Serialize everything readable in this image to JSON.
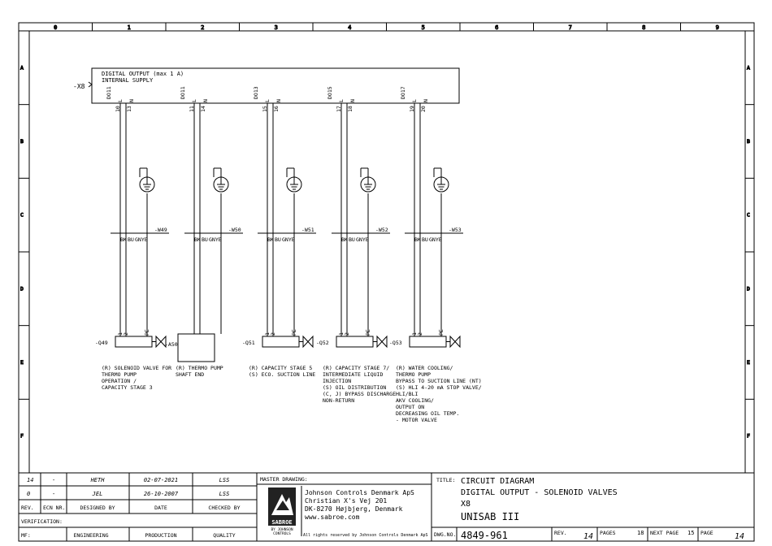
{
  "grid": {
    "columns": [
      "0",
      "1",
      "2",
      "3",
      "4",
      "5",
      "6",
      "7",
      "8",
      "9"
    ],
    "rows": [
      "A",
      "B",
      "C",
      "D",
      "E",
      "F"
    ]
  },
  "terminal_block": {
    "tag": "-X8",
    "title_line1": "DIGITAL OUTPUT (max 1 A)",
    "title_line2": "INTERNAL SUPPLY"
  },
  "channels": [
    {
      "do_label": "DO11",
      "l_label": "L",
      "n_label": "N",
      "pin_l": "10",
      "pin_n": "13",
      "cable": "-W49",
      "wire1": "BK",
      "wire2": "BU",
      "wire3": "GNYE",
      "device": "-Q49",
      "device_kind": "valve",
      "dev_pin1": "1",
      "dev_pin2": "2",
      "dev_pe": "PE",
      "desc": [
        "(R) SOLENOID VALVE FOR",
        "THERMO PUMP",
        "OPERATION /",
        "CAPACITY STAGE 3"
      ]
    },
    {
      "do_label": "DO11",
      "l_label": "L",
      "n_label": "N",
      "pin_l": "11",
      "pin_n": "14",
      "cable": "-W50",
      "wire1": "BK",
      "wire2": "BU",
      "wire3": "GNYE",
      "device": "-A50",
      "device_kind": "box",
      "dev_pin1": "",
      "dev_pin2": "",
      "dev_pe": "",
      "desc": [
        "(R) THERMO PUMP",
        "SHAFT END"
      ]
    },
    {
      "do_label": "DO13",
      "l_label": "L",
      "n_label": "N",
      "pin_l": "15",
      "pin_n": "16",
      "cable": "-W51",
      "wire1": "BK",
      "wire2": "BU",
      "wire3": "GNYE",
      "device": "-Q51",
      "device_kind": "valve",
      "dev_pin1": "1",
      "dev_pin2": "2",
      "dev_pe": "PE",
      "desc": [
        "(R) CAPACITY STAGE 5",
        "(S) ECO. SUCTION LINE"
      ]
    },
    {
      "do_label": "DO15",
      "l_label": "L",
      "n_label": "N",
      "pin_l": "17",
      "pin_n": "18",
      "cable": "-W52",
      "wire1": "BK",
      "wire2": "BU",
      "wire3": "GNYE",
      "device": "-Q52",
      "device_kind": "valve",
      "dev_pin1": "1",
      "dev_pin2": "2",
      "dev_pe": "PE",
      "desc": [
        "(R) CAPACITY STAGE 7/",
        "INTERMEDIATE LIQUID",
        "INJECTION",
        "(S) OIL DISTRIBUTION",
        "(C, J) BYPASS DISCHARGE",
        "NON-RETURN"
      ]
    },
    {
      "do_label": "DO17",
      "l_label": "L",
      "n_label": "N",
      "pin_l": "19",
      "pin_n": "20",
      "cable": "-W53",
      "wire1": "BK",
      "wire2": "BU",
      "wire3": "GNYE",
      "device": "-Q53",
      "device_kind": "valve",
      "dev_pin1": "1",
      "dev_pin2": "2",
      "dev_pe": "PE",
      "desc": [
        "(R) WATER COOLING/",
        "THERMO PUMP",
        "BYPASS TO SUCTION LINE (NT)",
        "(S) HLI 4-20 mA STOP VALVE/",
        "HLI/BLI",
        "AKV COOLING/",
        "OUTPUT ON",
        "DECREASING OIL TEMP.",
        "- MOTOR VALVE"
      ]
    }
  ],
  "revisions": [
    {
      "rev": "14",
      "ecn": "-",
      "designed": "HETH",
      "date": "02-07-2021",
      "checked": "LSS"
    },
    {
      "rev": "0",
      "ecn": "-",
      "designed": "JEL",
      "date": "26-10-2007",
      "checked": "LSS"
    }
  ],
  "rev_headers": {
    "rev": "REV.",
    "ecn": "ECN NR.",
    "designed": "DESIGNED BY",
    "date": "DATE",
    "checked": "CHECKED BY"
  },
  "verification_label": "VERIFICATION:",
  "footer_row": {
    "mf": "MF:",
    "engineering": "ENGINEERING",
    "production": "PRODUCTION",
    "quality": "QUALITY"
  },
  "master_drawing_label": "MASTER DRAWING:",
  "company": {
    "name": "Johnson Controls Denmark ApS",
    "street": "Christian X's Vej 201",
    "city": "DK-8270 Højbjerg, Denmark",
    "web": "www.sabroe.com",
    "rights": "All rights reserved by Johnson Controls Denmark ApS",
    "logo_text": "SABROE",
    "logo_sub1": "BY JOHNSON",
    "logo_sub2": "CONTROLS"
  },
  "title_block": {
    "title_label": "TITLE:",
    "line1": "CIRCUIT DIAGRAM",
    "line2": "DIGITAL OUTPUT - SOLENOID VALVES",
    "line3": "X8",
    "line4": "UNISAB III",
    "dwg_label": "DWG.NO.",
    "dwg_no": "4849-961",
    "rev_label": "REV.",
    "rev": "14",
    "pages_label": "PAGES",
    "pages": "18",
    "next_label": "NEXT PAGE",
    "next": "15",
    "page_label": "PAGE",
    "page": "14"
  }
}
